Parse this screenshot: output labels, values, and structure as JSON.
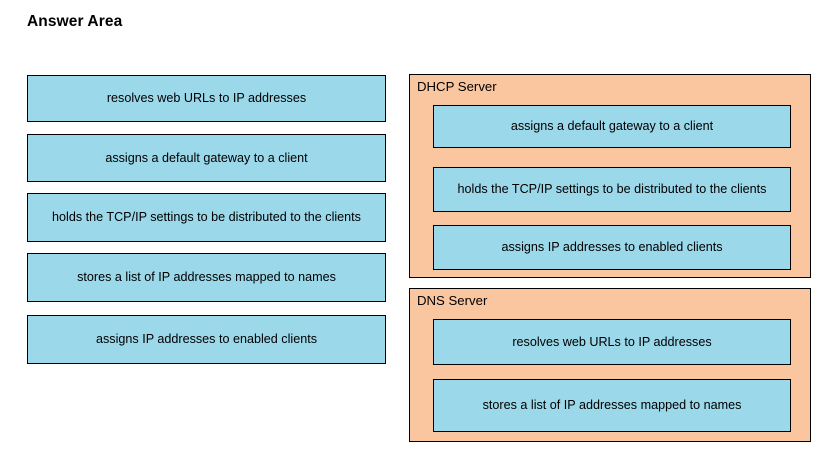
{
  "page": {
    "title": "Answer Area",
    "background_color": "#ffffff"
  },
  "colors": {
    "option_fill": "#9BD8E9",
    "panel_fill": "#FAC6A0",
    "border": "#000000",
    "text": "#000000"
  },
  "source_column": {
    "name": "unplaced-answer-options",
    "options": [
      {
        "label": "resolves web URLs to IP addresses"
      },
      {
        "label": "assigns a default gateway to a client"
      },
      {
        "label": "holds the TCP/IP settings to be distributed to the clients"
      },
      {
        "label": "stores a list of IP addresses mapped to names"
      },
      {
        "label": "assigns IP addresses to enabled clients"
      }
    ]
  },
  "targets": [
    {
      "label": "DHCP Server",
      "items": [
        {
          "label": "assigns a default gateway to a client"
        },
        {
          "label": "holds the TCP/IP settings to be distributed to the clients"
        },
        {
          "label": "assigns IP addresses to enabled clients"
        }
      ]
    },
    {
      "label": "DNS Server",
      "items": [
        {
          "label": "resolves web URLs to IP addresses"
        },
        {
          "label": "stores a list of IP addresses mapped to names"
        }
      ]
    }
  ]
}
